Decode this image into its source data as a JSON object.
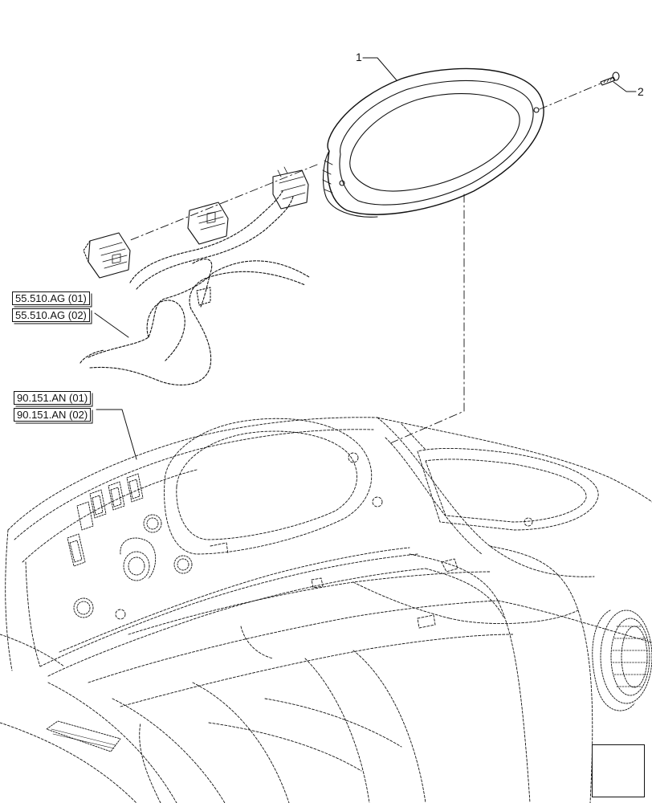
{
  "callouts": {
    "item1": "1",
    "item2": "2"
  },
  "references": {
    "harness_a": "55.510.AG (01)",
    "harness_b": "55.510.AG (02)",
    "panel_a": "90.151.AN (01)",
    "panel_b": "90.151.AN (02)"
  },
  "nav": {
    "icon": "arrow-nav-icon"
  },
  "colors": {
    "line": "#111111",
    "background": "#ffffff"
  }
}
